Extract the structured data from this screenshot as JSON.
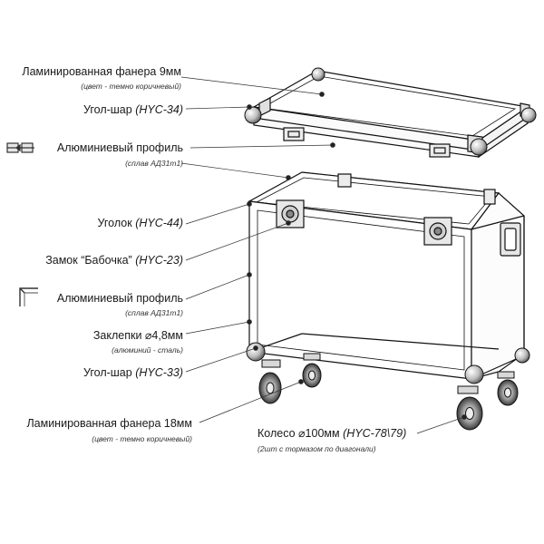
{
  "callouts": [
    {
      "id": "plywood9",
      "main": "Ламинированная фанера 9мм",
      "code": "",
      "sub": "(цвет - темно коричневый)"
    },
    {
      "id": "ball34",
      "main": "Угол-шар",
      "code": "(HYC-34)",
      "sub": ""
    },
    {
      "id": "profile1",
      "main": "Алюминиевый профиль",
      "code": "",
      "sub": "(сплав АД31т1)"
    },
    {
      "id": "corner44",
      "main": "Уголок",
      "code": "(HYC-44)",
      "sub": ""
    },
    {
      "id": "lock23",
      "main": "Замок “Бабочка”",
      "code": "(HYC-23)",
      "sub": ""
    },
    {
      "id": "profile2",
      "main": "Алюминиевый профиль",
      "code": "",
      "sub": "(сплав АД31т1)"
    },
    {
      "id": "rivets",
      "main": "Заклепки",
      "code": "⌀4,8мм",
      "sub": "(алюминий - сталь)"
    },
    {
      "id": "ball33",
      "main": "Угол-шар",
      "code": "(HYC-33)",
      "sub": ""
    },
    {
      "id": "plywood18",
      "main": "Ламинированная фанера 18мм",
      "code": "",
      "sub": "(цвет - темно коричневый)"
    },
    {
      "id": "wheel",
      "main": "Колесо ⌀100мм",
      "code": "(HYC-78\\79)",
      "sub": "(2шт с тормазом по диагонали)"
    }
  ]
}
